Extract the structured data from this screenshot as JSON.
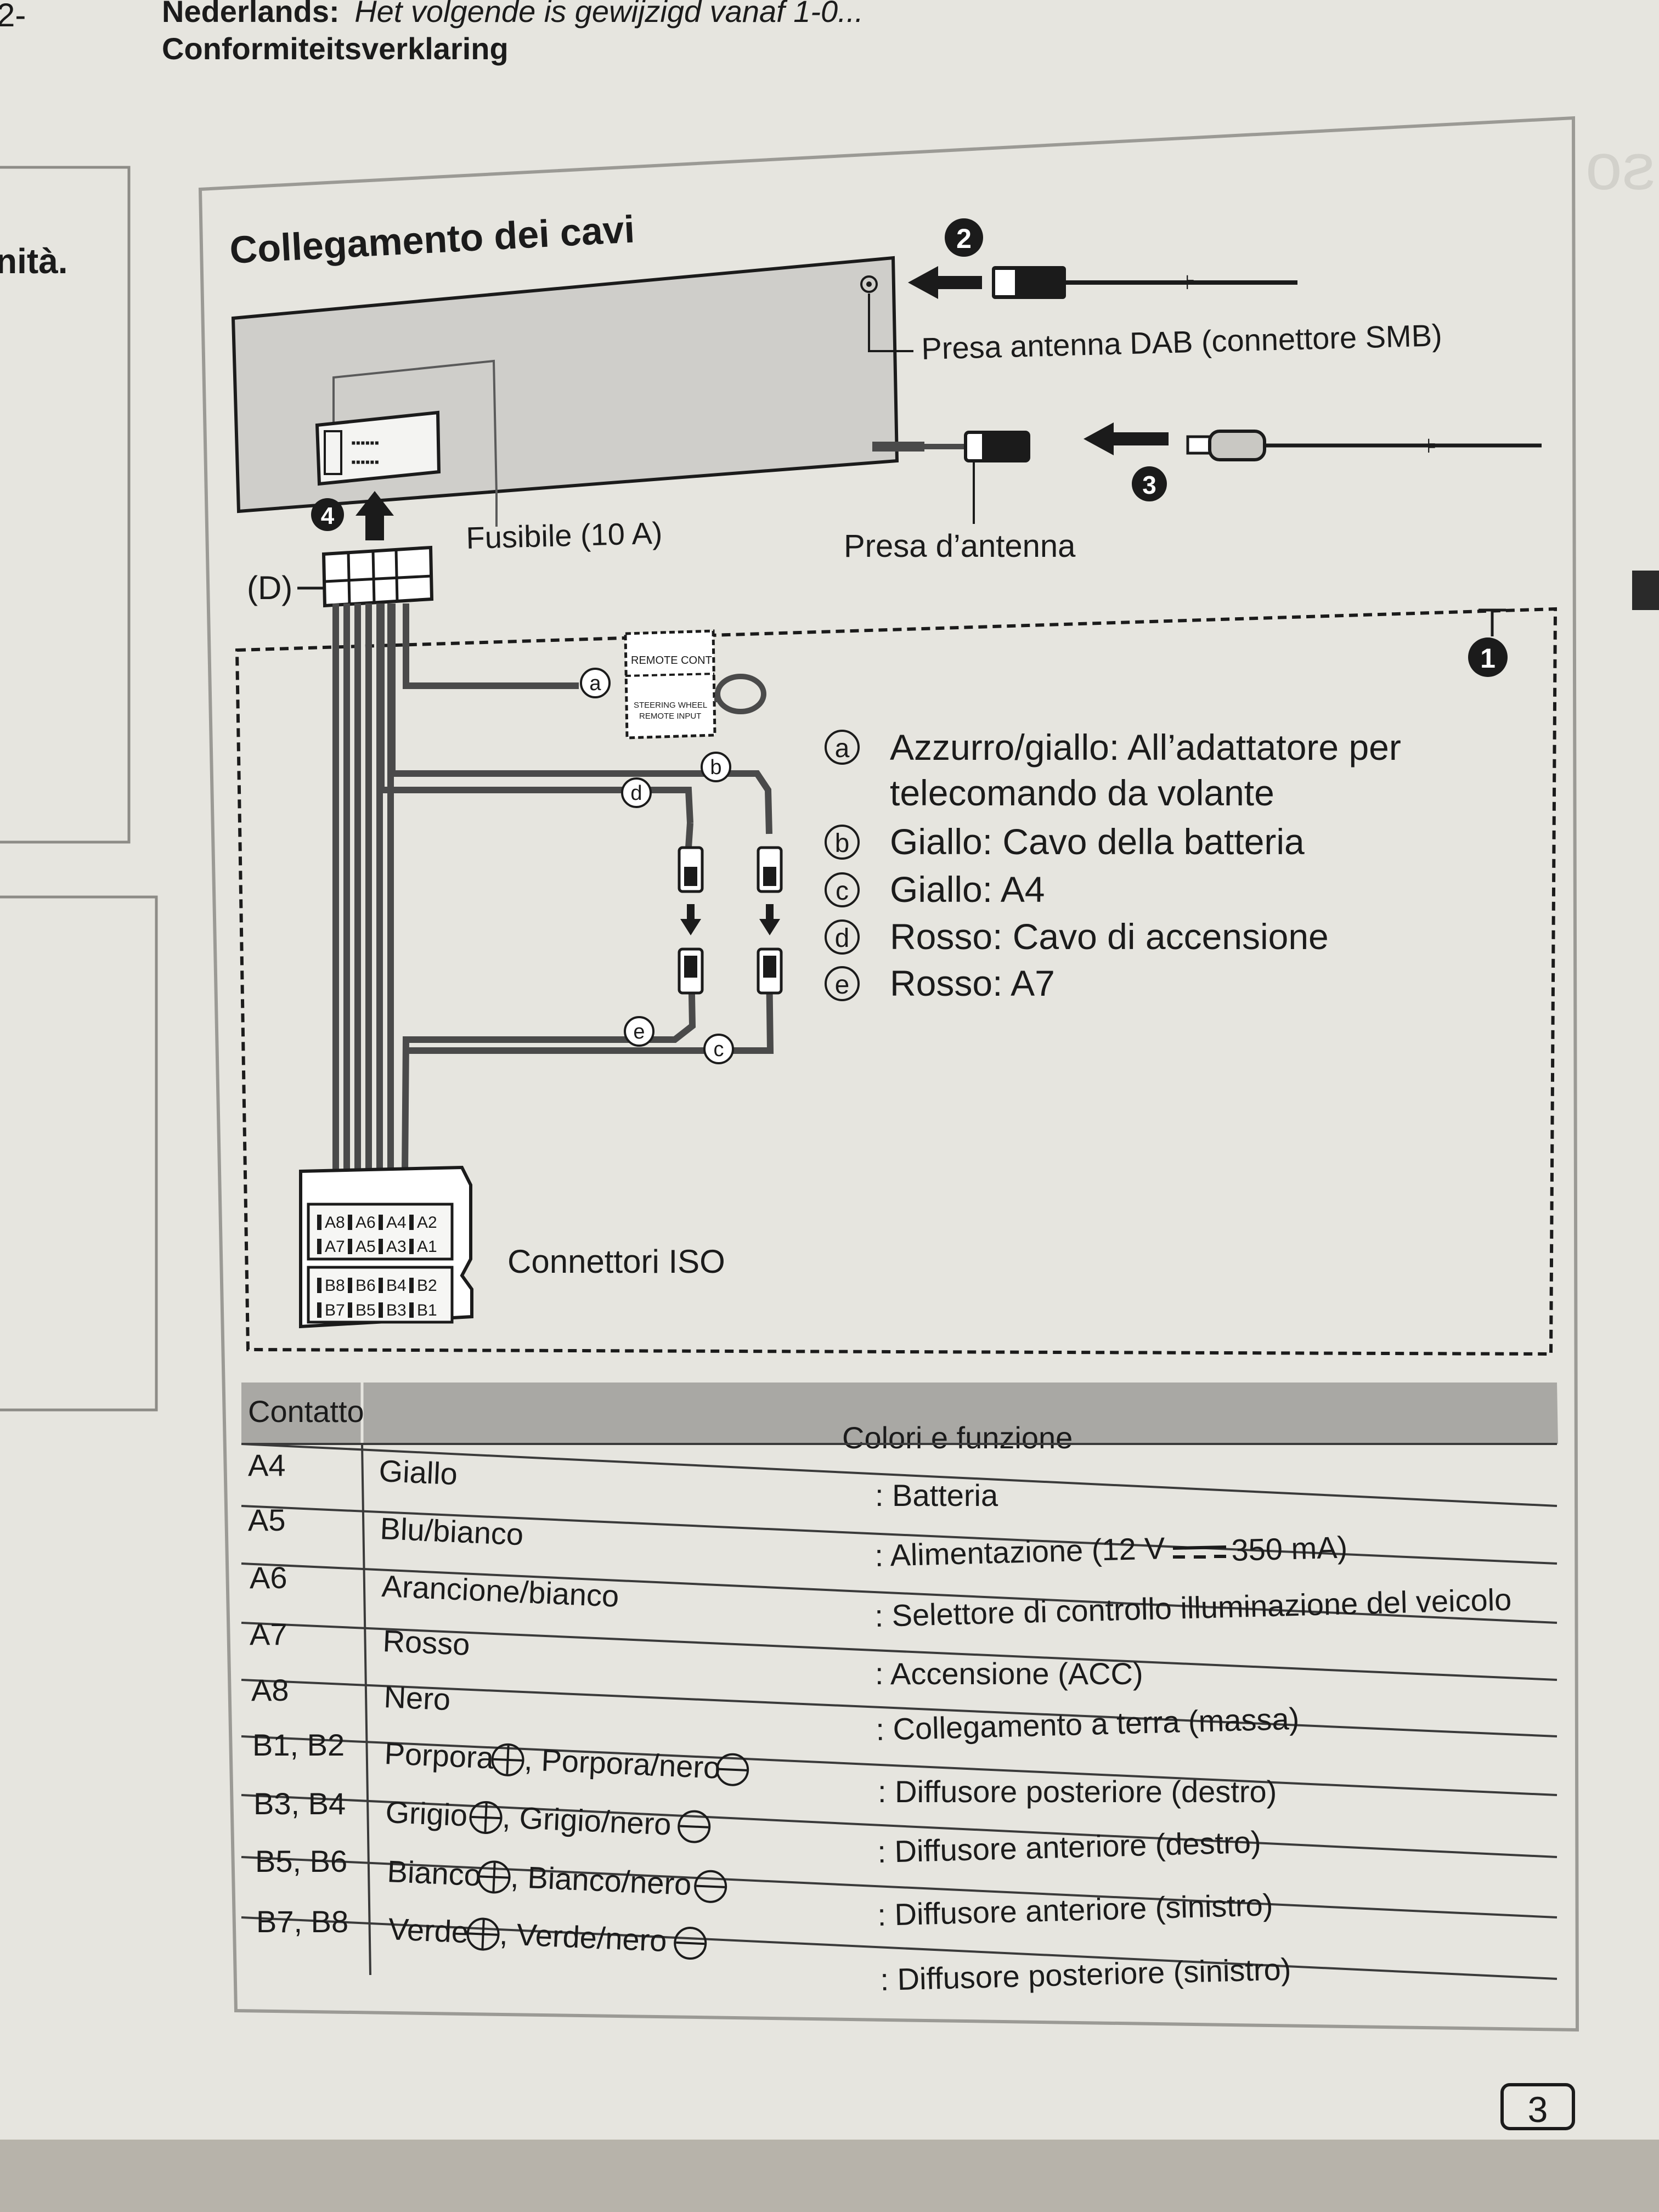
{
  "top_header": {
    "page_fragment": "2-",
    "language_label": "Nederlands:",
    "language_text": "Het volgende is gewijzigd vanaf 1-0...",
    "declaration": "Conformiteitsverklaring"
  },
  "left_column": {
    "fragment_text": "nità."
  },
  "bleed_through_text": "Prima dell'uso",
  "section_title": "Collegamento dei cavi",
  "callouts": {
    "one": "1",
    "two": "2",
    "three": "3",
    "four": "4"
  },
  "labels": {
    "dab_socket": "Presa antenna DAB (connettore SMB)",
    "fuse": "Fusibile (10 A)",
    "antenna_socket": "Presa d’antenna",
    "d_label": "(D)",
    "remote_cont": "REMOTE CONT",
    "steering_input_1": "STEERING WHEEL",
    "steering_input_2": "REMOTE INPUT",
    "iso_connectors": "Connettori ISO"
  },
  "wire_markers": [
    "a",
    "b",
    "c",
    "d",
    "e"
  ],
  "legend": [
    {
      "letter": "a",
      "text": "Azzurro/giallo: All’adattatore per",
      "continuation": "telecomando da volante"
    },
    {
      "letter": "b",
      "text": "Giallo: Cavo della batteria"
    },
    {
      "letter": "c",
      "text": "Giallo: A4"
    },
    {
      "letter": "d",
      "text": "Rosso: Cavo di accensione"
    },
    {
      "letter": "e",
      "text": "Rosso: A7"
    }
  ],
  "iso_pins": {
    "a_top": [
      "A8",
      "A6",
      "A4",
      "A2"
    ],
    "a_bottom": [
      "A7",
      "A5",
      "A3",
      "A1"
    ],
    "b_top": [
      "B8",
      "B6",
      "B4",
      "B2"
    ],
    "b_bottom": [
      "B7",
      "B5",
      "B3",
      "B1"
    ]
  },
  "table": {
    "header_contact": "Contatto",
    "header_colors": "Colori e funzione",
    "rows": [
      {
        "contact": "A4",
        "color": "Giallo",
        "function": ": Batteria"
      },
      {
        "contact": "A5",
        "color": "Blu/bianco",
        "function": ": Alimentazione (12 V",
        "function_tail": "350 mA)"
      },
      {
        "contact": "A6",
        "color": "Arancione/bianco",
        "function": ": Selettore di controllo illuminazione del veicolo"
      },
      {
        "contact": "A7",
        "color": "Rosso",
        "function": ": Accensione (ACC)"
      },
      {
        "contact": "A8",
        "color": "Nero",
        "function": ": Collegamento a terra (massa)"
      },
      {
        "contact": "B1, B2",
        "color_plus": "Porpora",
        "color_minus": ", Porpora/nero",
        "function": ": Diffusore posteriore (destro)"
      },
      {
        "contact": "B3, B4",
        "color_plus": "Grigio",
        "color_minus": ", Grigio/nero",
        "function": ": Diffusore anteriore (destro)"
      },
      {
        "contact": "B5, B6",
        "color_plus": "Bianco",
        "color_minus": ", Bianco/nero",
        "function": ": Diffusore anteriore (sinistro)"
      },
      {
        "contact": "B7, B8",
        "color_plus": "Verde",
        "color_minus": ", Verde/nero",
        "function": ": Diffusore posteriore (sinistro)"
      }
    ]
  },
  "page_number": "3",
  "colors": {
    "paper": "#e6e5df",
    "ink": "#1b1b1b",
    "unit_fill": "#cfceca",
    "header_fill": "#a9a8a4",
    "table_rule": "#3a3a3a"
  }
}
